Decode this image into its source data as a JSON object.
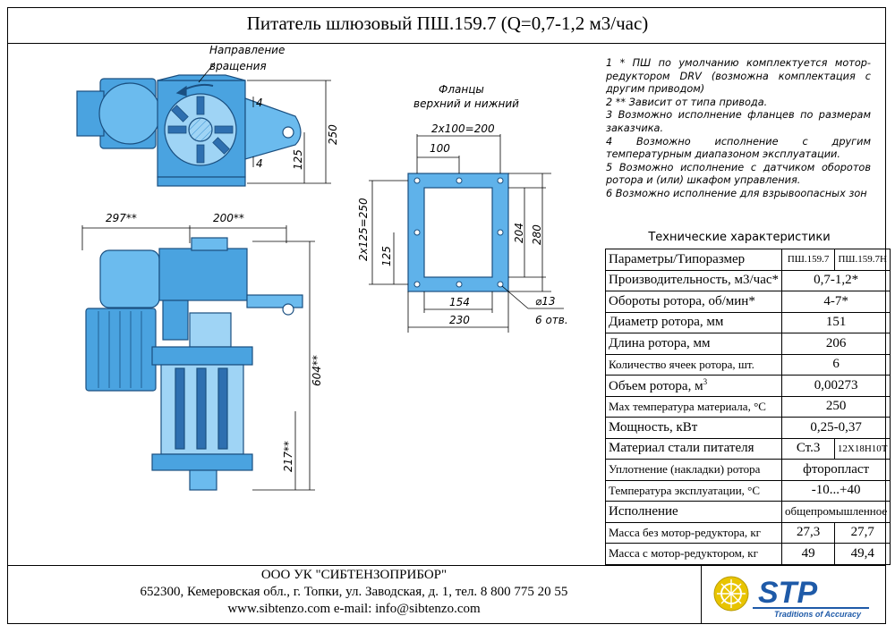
{
  "title": "Питатель шлюзовый ПШ.159.7 (Q=0,7-1,2 м3/час)",
  "notes": [
    "1 * ПШ по умолчанию комплектуется мотор-редуктором DRV (возможна комплектация с другим приводом)",
    "2 ** Зависит от типа привода.",
    "3 Возможно исполнение фланцев по размерам заказчика.",
    "4 Возможно исполнение с другим температурным диапазоном эксплуатации.",
    "5 Возможно исполнение с датчиком оборотов ротора и (или) шкафом управления.",
    "6 Возможно исполнение для взрывоопасных зон"
  ],
  "drawing_labels": {
    "rotation_1": "Направление",
    "rotation_2": "вращения",
    "flanges_1": "Фланцы",
    "flanges_2": "верхний и нижний",
    "dim_250": "250",
    "dim_125a": "125",
    "dim_4a": "4",
    "dim_4b": "4",
    "dim_297": "297**",
    "dim_200": "200**",
    "dim_604": "604**",
    "dim_217": "217**",
    "dim_2x100": "2х100=200",
    "dim_100": "100",
    "dim_2x125": "2х125=250",
    "dim_125b": "125",
    "dim_204": "204",
    "dim_280": "280",
    "dim_154": "154",
    "dim_230": "230",
    "dim_d13": "⌀13",
    "dim_6holes": "6 отв."
  },
  "tech": {
    "title": "Технические характеристики",
    "header": {
      "param": "Параметры/Типоразмер",
      "m1": "ПШ.159.7",
      "m2": "ПШ.159.7Н"
    },
    "rows": [
      {
        "param": "Производительность, м3/час*",
        "value": "0,7-1,2*"
      },
      {
        "param": "Обороты ротора, об/мин*",
        "value": "4-7*"
      },
      {
        "param": "Диаметр ротора, мм",
        "value": "151"
      },
      {
        "param": "Длина ротора, мм",
        "value": "206"
      },
      {
        "param": "Количество ячеек ротора, шт.",
        "value": "6"
      },
      {
        "param": "Объем ротора, м",
        "sup": "3",
        "value": "0,00273"
      },
      {
        "param": "Max температура материала, °С",
        "value": "250"
      },
      {
        "param": "Мощность, кВт",
        "value": "0,25-0,37"
      },
      {
        "param": "Материал стали питателя",
        "m1": "Ст.3",
        "m2": "12Х18Н10Т"
      },
      {
        "param": "Уплотнение (накладки) ротора",
        "value": "фторопласт"
      },
      {
        "param": "Температура эксплуатации, °С",
        "value": "-10...+40"
      },
      {
        "param": "Исполнение",
        "value": "общепромышленное"
      },
      {
        "param": "Масса без мотор-редуктора, кг",
        "m1": "27,3",
        "m2": "27,7"
      },
      {
        "param": "Масса с мотор-редуктором, кг",
        "m1": "49",
        "m2": "49,4"
      }
    ]
  },
  "company": {
    "name": "ООО УК \"СИБТЕНЗОПРИБОР\"",
    "address": "652300, Кемеровская обл., г. Топки, ул. Заводская, д. 1, тел. 8 800 775 20 55",
    "web": "www.sibtenzo.com e-mail: info@sibtenzo.com"
  },
  "logo": {
    "text": "STP",
    "tagline": "Traditions of Accuracy",
    "color": "#1e5aa8",
    "accent": "#e8c400"
  },
  "colors": {
    "drawing": "#2e8bd0",
    "drawing_dark": "#1a4f80"
  }
}
